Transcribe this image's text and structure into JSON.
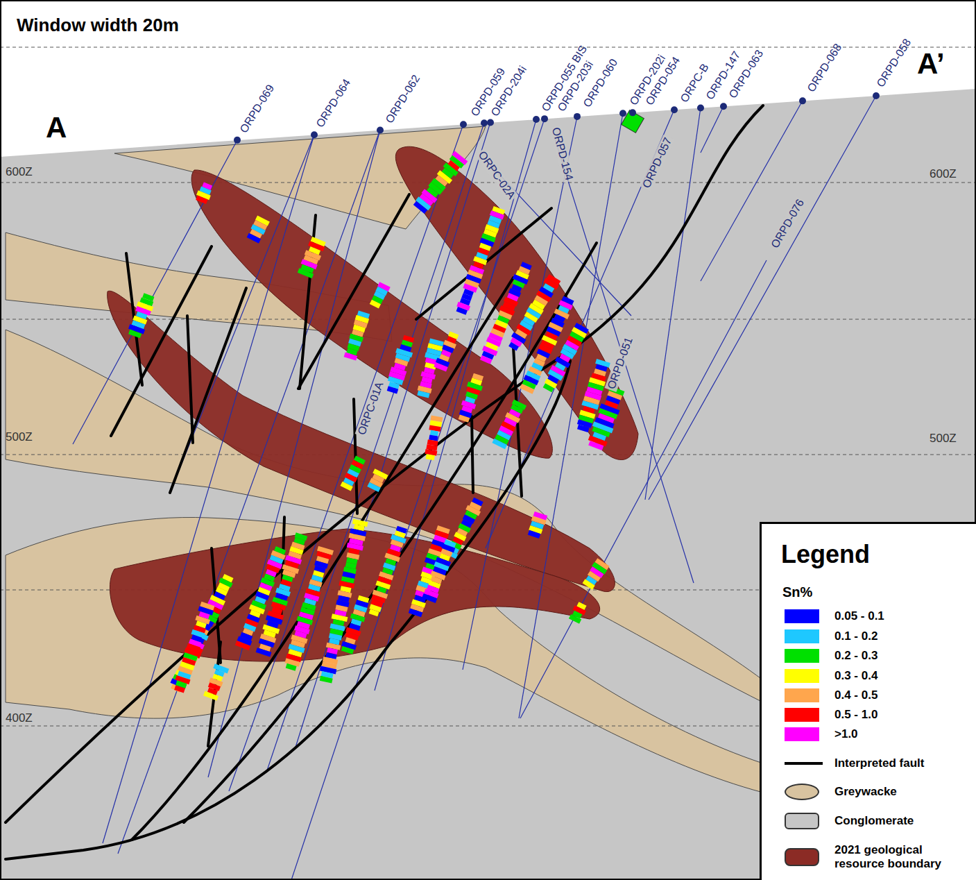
{
  "diagram": {
    "labels": [
      "Window width 20m",
      "A",
      "A’",
      "600Z",
      "600Z",
      "500Z",
      "500Z",
      "400Z",
      "Legend",
      "Sn%",
      "ORPD-069",
      "ORPD-064",
      "ORPD-062",
      "ORPD-059",
      "ORPD-204i",
      "ORPD-055 BIS",
      "ORPD-203i",
      "ORPD-060",
      "ORPD-202i",
      "ORPD-054",
      "ORPC-B",
      "ORPD-147",
      "ORPD-063",
      "ORPD-068",
      "ORPD-058",
      "ORPC-02A",
      "ORPD-154",
      "ORPD-057",
      "ORPD-076",
      "ORPD-051",
      "ORPC-01A"
    ],
    "legend": [
      {
        "text": "0.05 - 0.1",
        "color": "#0000ff"
      },
      {
        "text": "0.1 - 0.2",
        "color": "#1ec8ff"
      },
      {
        "text": "0.2 - 0.3",
        "color": "#00e000"
      },
      {
        "text": "0.3 - 0.4",
        "color": "#ffff00"
      },
      {
        "text": "0.4 - 0.5",
        "color": "#ffa64d"
      },
      {
        "text": "0.5 - 1.0",
        "color": "#ff0000"
      },
      {
        "text": ">1.0",
        "color": "#ff00ff"
      },
      {
        "text": "Interpreted fault"
      },
      {
        "text": "Greywacke",
        "color": "#d8c3a0"
      },
      {
        "text": "Conglomerate",
        "color": "#c6c6c6"
      },
      {
        "text": "2021 geological resource boundary",
        "color": "#8b2b25"
      }
    ]
  }
}
